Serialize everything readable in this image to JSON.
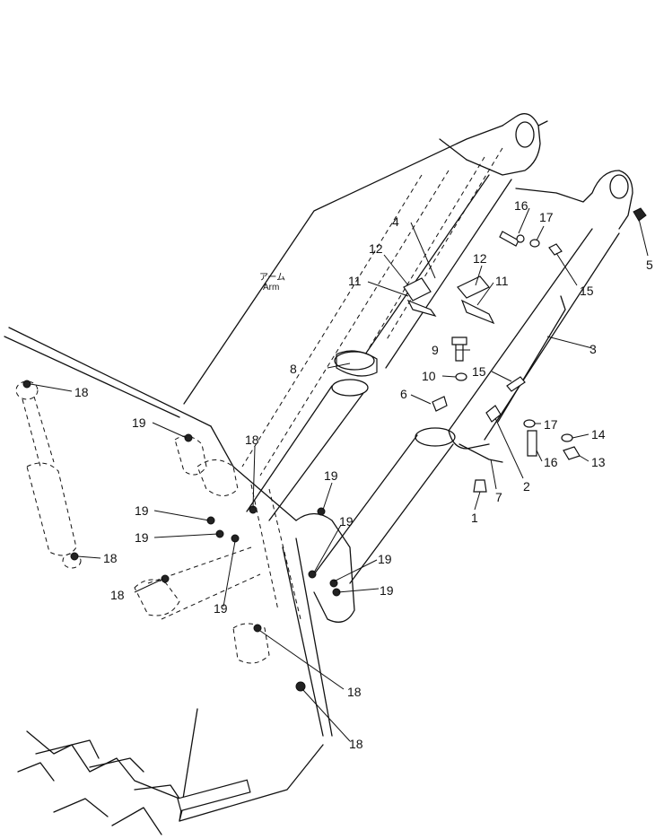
{
  "diagram": {
    "arm_label_jp": "アーム",
    "arm_label_en": "Arm",
    "callouts": [
      {
        "id": "c1",
        "text": "1"
      },
      {
        "id": "c2",
        "text": "2"
      },
      {
        "id": "c3",
        "text": "3"
      },
      {
        "id": "c4",
        "text": "4"
      },
      {
        "id": "c5",
        "text": "5"
      },
      {
        "id": "c6",
        "text": "6"
      },
      {
        "id": "c7",
        "text": "7"
      },
      {
        "id": "c8",
        "text": "8"
      },
      {
        "id": "c9",
        "text": "9"
      },
      {
        "id": "c10",
        "text": "10"
      },
      {
        "id": "c11a",
        "text": "11"
      },
      {
        "id": "c11b",
        "text": "11"
      },
      {
        "id": "c12a",
        "text": "12"
      },
      {
        "id": "c12b",
        "text": "12"
      },
      {
        "id": "c13",
        "text": "13"
      },
      {
        "id": "c14",
        "text": "14"
      },
      {
        "id": "c15a",
        "text": "15"
      },
      {
        "id": "c15b",
        "text": "15"
      },
      {
        "id": "c16a",
        "text": "16"
      },
      {
        "id": "c16b",
        "text": "16"
      },
      {
        "id": "c17a",
        "text": "17"
      },
      {
        "id": "c17b",
        "text": "17"
      },
      {
        "id": "c18a",
        "text": "18"
      },
      {
        "id": "c18b",
        "text": "18"
      },
      {
        "id": "c18c",
        "text": "18"
      },
      {
        "id": "c18d",
        "text": "18"
      },
      {
        "id": "c18e",
        "text": "18"
      },
      {
        "id": "c18f",
        "text": "18"
      },
      {
        "id": "c19a",
        "text": "19"
      },
      {
        "id": "c19b",
        "text": "19"
      },
      {
        "id": "c19c",
        "text": "19"
      },
      {
        "id": "c19d",
        "text": "19"
      },
      {
        "id": "c19e",
        "text": "19"
      },
      {
        "id": "c19f",
        "text": "19"
      },
      {
        "id": "c19g",
        "text": "19"
      },
      {
        "id": "c19h",
        "text": "19"
      }
    ]
  }
}
